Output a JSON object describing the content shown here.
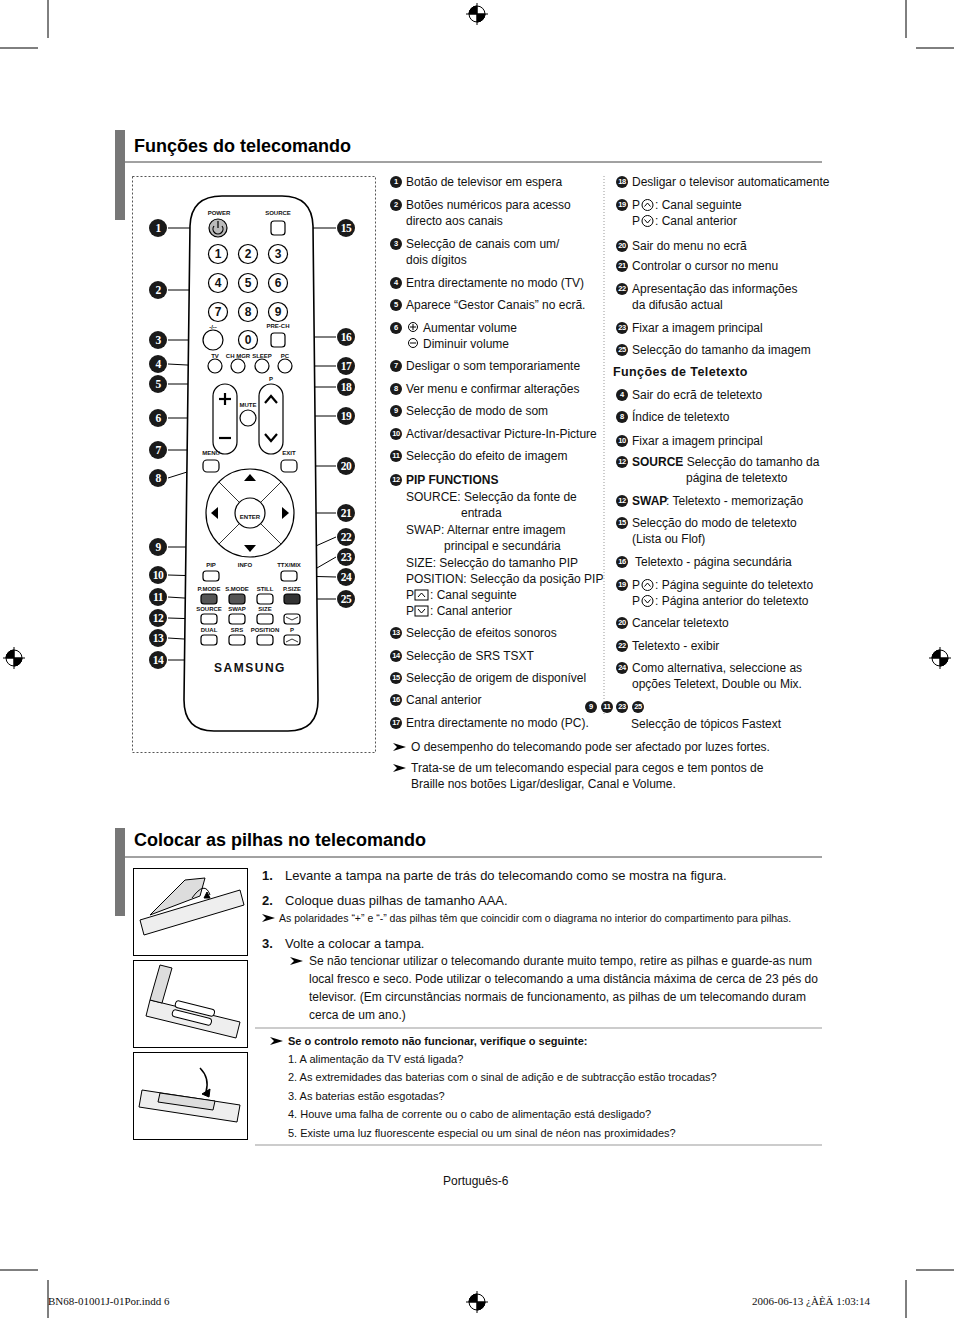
{
  "diagram": {
    "title": "Funções do telecomando",
    "labels": [
      "Colocar as pilhas no telecomando",
      "POWER",
      "SOURCE",
      "1",
      "2",
      "3",
      "4",
      "5",
      "6",
      "7",
      "8",
      "9",
      "0",
      "-/--",
      "PRE-CH",
      "TV",
      "CH MGR",
      "SLEEP",
      "PC",
      "MUTE",
      "P",
      "MENU",
      "EXIT",
      "ENTER",
      "PIP",
      "INFO",
      "TTX/MIX",
      "P.MODE",
      "S.MODE",
      "STILL",
      "P.SIZE",
      "SOURCE",
      "SWAP",
      "SIZE",
      "DUAL",
      "SRS",
      "POSITION",
      "P",
      "SAMSUNG",
      "1",
      "2",
      "3",
      "4",
      "5",
      "6",
      "7",
      "8",
      "9",
      "10",
      "11",
      "12",
      "13",
      "14",
      "15",
      "16",
      "17",
      "18",
      "19",
      "20",
      "21",
      "22",
      "23",
      "24",
      "25",
      "1",
      "Botão de televisor em espera",
      "2",
      "Botões numéricos para acesso directo aos canais",
      "3",
      "Selecção de canais com um/ dois dígitos",
      "4",
      "Entra directamente no modo (TV)",
      "5",
      "Aparece “Gestor Canais” no ecrã.",
      "6",
      "Aumentar volume",
      "Diminuir volume",
      "7",
      "Desligar o som temporariamente",
      "8",
      "Ver menu e confirmar alterações",
      "9",
      "Selecção de modo de som",
      "10",
      "Activar/desactivar Picture-In-Picture",
      "11",
      "Selecção do efeito de imagem",
      "12",
      "PIP FUNCTIONS",
      "SOURCE: Selecção da fonte de entrada",
      "SWAP: Alternar entre imagem principal e secundária",
      "SIZE: Selecção do tamanho PIP",
      "POSITION: Selecção da posição PIP",
      "P",
      ": Canal seguinte",
      "P",
      ": Canal anterior",
      "13",
      "Selecção de efeitos sonoros",
      "14",
      "Selecção de SRS TSXT",
      "15",
      "Selecção de origem de disponível",
      "16",
      "Canal anterior",
      "17",
      "Entra directamente no modo (PC).",
      "18",
      "Desligar o televisor automaticamente",
      "19",
      "P",
      ": Canal seguinte",
      "P",
      ": Canal anterior",
      "20",
      "Sair do menu no ecrã",
      "21",
      "Controlar o cursor no menu",
      "22",
      "Apresentação das informações da difusão actual",
      "23",
      "Fixar a imagem principal",
      "25",
      "Selecção do tamanho da imagem",
      "Funções de Teletexto",
      "4",
      "Sair do ecrã de teletexto",
      "8",
      "Índice de teletexto",
      "10",
      "Fixar a imagem principal",
      "12",
      "SOURCE",
      ": Selecção do tamanho da página de teletexto",
      "12",
      "SWAP",
      ": Teletexto - memorização",
      "15",
      "Selecção do modo de teletexto (Lista ou Flof)",
      "16",
      "Teletexto - página secundária",
      "19",
      "P",
      ": Página seguinte do teletexto",
      "P",
      ": Página anterior do teletexto",
      "20",
      "Cancelar teletexto",
      "22",
      "Teletexto - exibir",
      "24",
      "Como alternativa, seleccione as opções Teletext, Double ou Mix.",
      "9",
      "11",
      "23",
      "25",
      "Selecção de tópicos Fastext",
      "O desempenho do telecomando pode ser afectado por luzes fortes.",
      "Trata-se de um telecomando especial para cegos e tem pontos de Braille nos botões Ligar/desligar, Canal e Volume.",
      "1.",
      "Levante a tampa na parte de trás do telecomando como se mostra na figura.",
      "2.",
      "Coloque duas pilhas de tamanho AAA.",
      "As polaridades “+” e “-” das pilhas têm que coincidir com o diagrama no interior do compartimento para pilhas.",
      "3.",
      "Volte a colocar a tampa.",
      "Se não tencionar utilizar o telecomando durante muito tempo, retire as pilhas e guarde-as num local fresco e seco. Pode utilizar o telecomando a uma distância máxima de cerca de 23 pés do televisor. (Em circunstâncias normais de funcionamento, as pilhas de um telecomando duram cerca de um ano.)",
      "Se o controlo remoto não funcionar, verifique o seguinte:",
      "1. A alimentação da TV está ligada?",
      "2. As extremidades das baterias com o sinal de adição e de subtracção estão trocadas?",
      "3. As baterias estão esgotadas?",
      "4. Houve uma falha de corrente ou o cabo de alimentação está desligado?",
      "5. Existe uma luz fluorescente especial ou um sinal de néon nas proximidades?",
      "Português-6",
      "BN68-01001J-01Por.indd 6",
      "2006-06-13 ¿ÀÈÄ 1:03:14"
    ]
  }
}
